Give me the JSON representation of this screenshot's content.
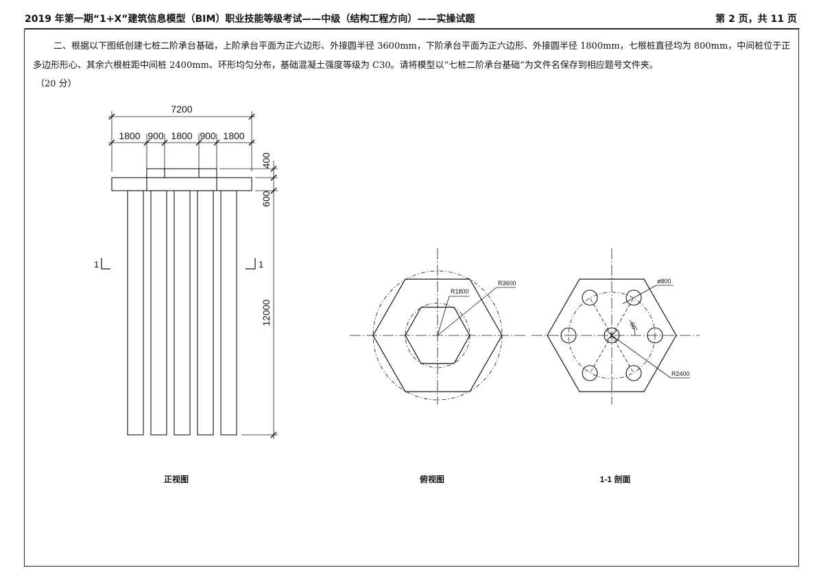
{
  "header": {
    "title": "2019 年第一期“1+X”建筑信息模型（BIM）职业技能等级考试——中级（结构工程方向）——实操试题",
    "page": "第 2 页，共 11 页"
  },
  "question": {
    "text": "二、根据以下图纸创建七桩二阶承台基础，上阶承台平面为正六边形、外接圆半径 3600mm，下阶承台平面为正六边形、外接圆半径 1800mm，七根桩直径均为 800mm，中间桩位于正多边形形心、其余六根桩距中间桩 2400mm、环形均匀分布，基础混凝土强度等级为 C30。请将模型以“七桩二阶承台基础”为文件名保存到相应题号文件夹。",
    "score": "（20 分）"
  },
  "front_view": {
    "caption": "正视图",
    "dim_total": "7200",
    "dim_segments": [
      "1800",
      "900",
      "1800",
      "900",
      "1800"
    ],
    "dim_cap_upper": "400",
    "dim_cap_lower": "600",
    "dim_pile": "12000",
    "section_mark": "1"
  },
  "top_view": {
    "caption": "俯视图",
    "label_inner_radius": "R1800",
    "label_outer_radius": "R3600"
  },
  "section_view": {
    "caption": "1-1 剖面",
    "label_pile_diameter": "ø800",
    "label_angle": "60°",
    "label_ring_radius": "R2400"
  }
}
